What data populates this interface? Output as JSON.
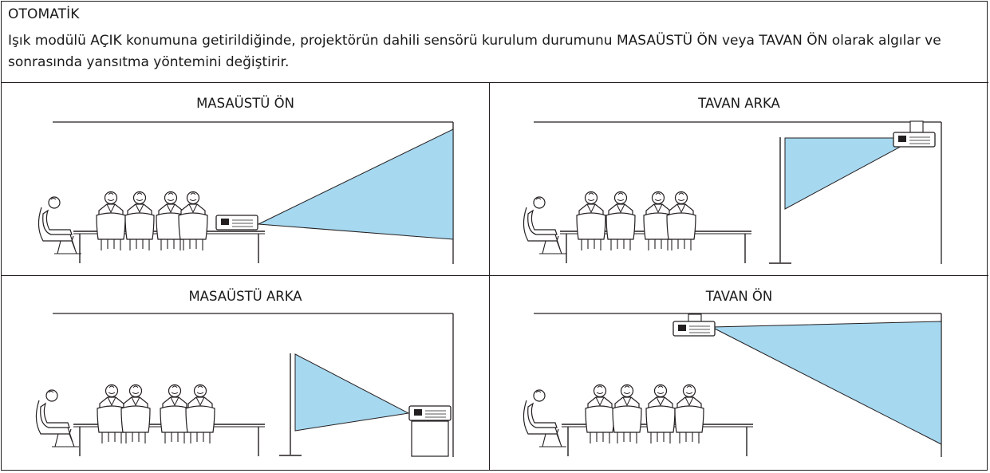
{
  "intro": {
    "mode": "OTOMATİK",
    "description": "Işık modülü AÇIK konumuna getirildiğinde, projektörün dahili sensörü kurulum durumunu MASAÜSTÜ ÖN veya TAVAN ÖN olarak algılar ve sonrasında yansıtma yöntemini değiştirir."
  },
  "panels": [
    {
      "label": "MASAÜSTÜ ÖN",
      "setup": "desk-front"
    },
    {
      "label": "TAVAN ARKA",
      "setup": "ceiling-rear"
    },
    {
      "label": "MASAÜSTÜ ARKA",
      "setup": "desk-rear"
    },
    {
      "label": "TAVAN ÖN",
      "setup": "ceiling-front"
    }
  ],
  "colors": {
    "beam": "#a6d8f0",
    "line": "#231f20",
    "background": "#ffffff"
  }
}
